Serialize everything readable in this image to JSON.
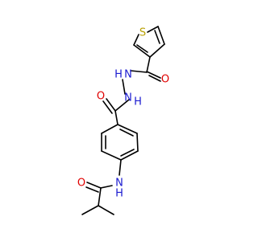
{
  "molecule": {
    "atoms": {
      "S1": {
        "label": "S",
        "color": "#b8a000"
      },
      "O1": {
        "label": "O",
        "color": "#e00000"
      },
      "N1": {
        "label": "N",
        "color": "#1a1ad0"
      },
      "H1": {
        "label": "H",
        "color": "#1a1ad0"
      },
      "N2": {
        "label": "N",
        "color": "#1a1ad0"
      },
      "H2": {
        "label": "H",
        "color": "#1a1ad0"
      },
      "O2": {
        "label": "O",
        "color": "#e00000"
      },
      "N3": {
        "label": "N",
        "color": "#1a1ad0"
      },
      "H3": {
        "label": "H",
        "color": "#1a1ad0"
      },
      "O3": {
        "label": "O",
        "color": "#e00000"
      }
    },
    "bond_color": "#000000"
  }
}
